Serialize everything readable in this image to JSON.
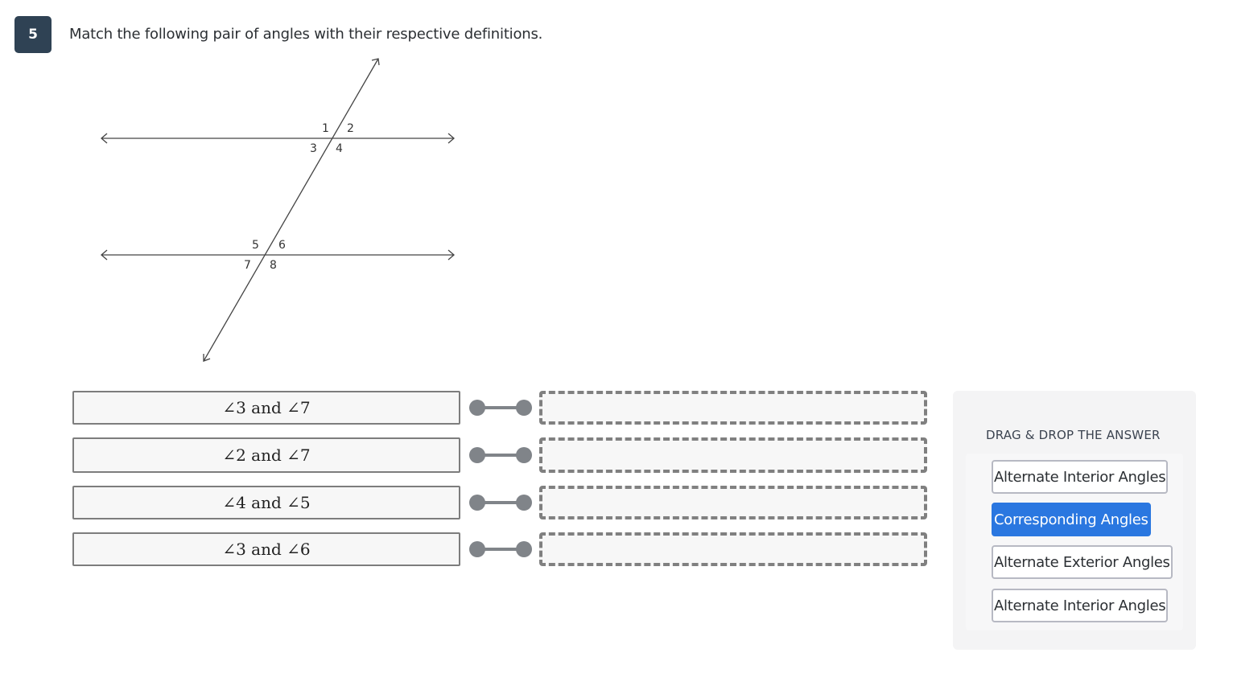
{
  "question": {
    "number": "5",
    "prompt": "Match the following pair of angles with their respective definitions."
  },
  "diagram": {
    "angle_labels": [
      "1",
      "2",
      "3",
      "4",
      "5",
      "6",
      "7",
      "8"
    ]
  },
  "premises": [
    {
      "label": "∠3 and ∠7"
    },
    {
      "label": "∠2 and ∠7"
    },
    {
      "label": "∠4 and ∠5"
    },
    {
      "label": "∠3 and  ∠6"
    }
  ],
  "answer_panel": {
    "title": "DRAG & DROP THE ANSWER",
    "options": [
      {
        "label": "Alternate Interior Angles",
        "selected": false
      },
      {
        "label": "Corresponding Angles",
        "selected": true
      },
      {
        "label": "Alternate Exterior Angles",
        "selected": false
      },
      {
        "label": "Alternate Interior Angles",
        "selected": false
      }
    ]
  },
  "colors": {
    "badge": "#2f4254",
    "selected_chip": "#2a77e0",
    "connector": "#808489",
    "dropzone_border": "#808080"
  }
}
